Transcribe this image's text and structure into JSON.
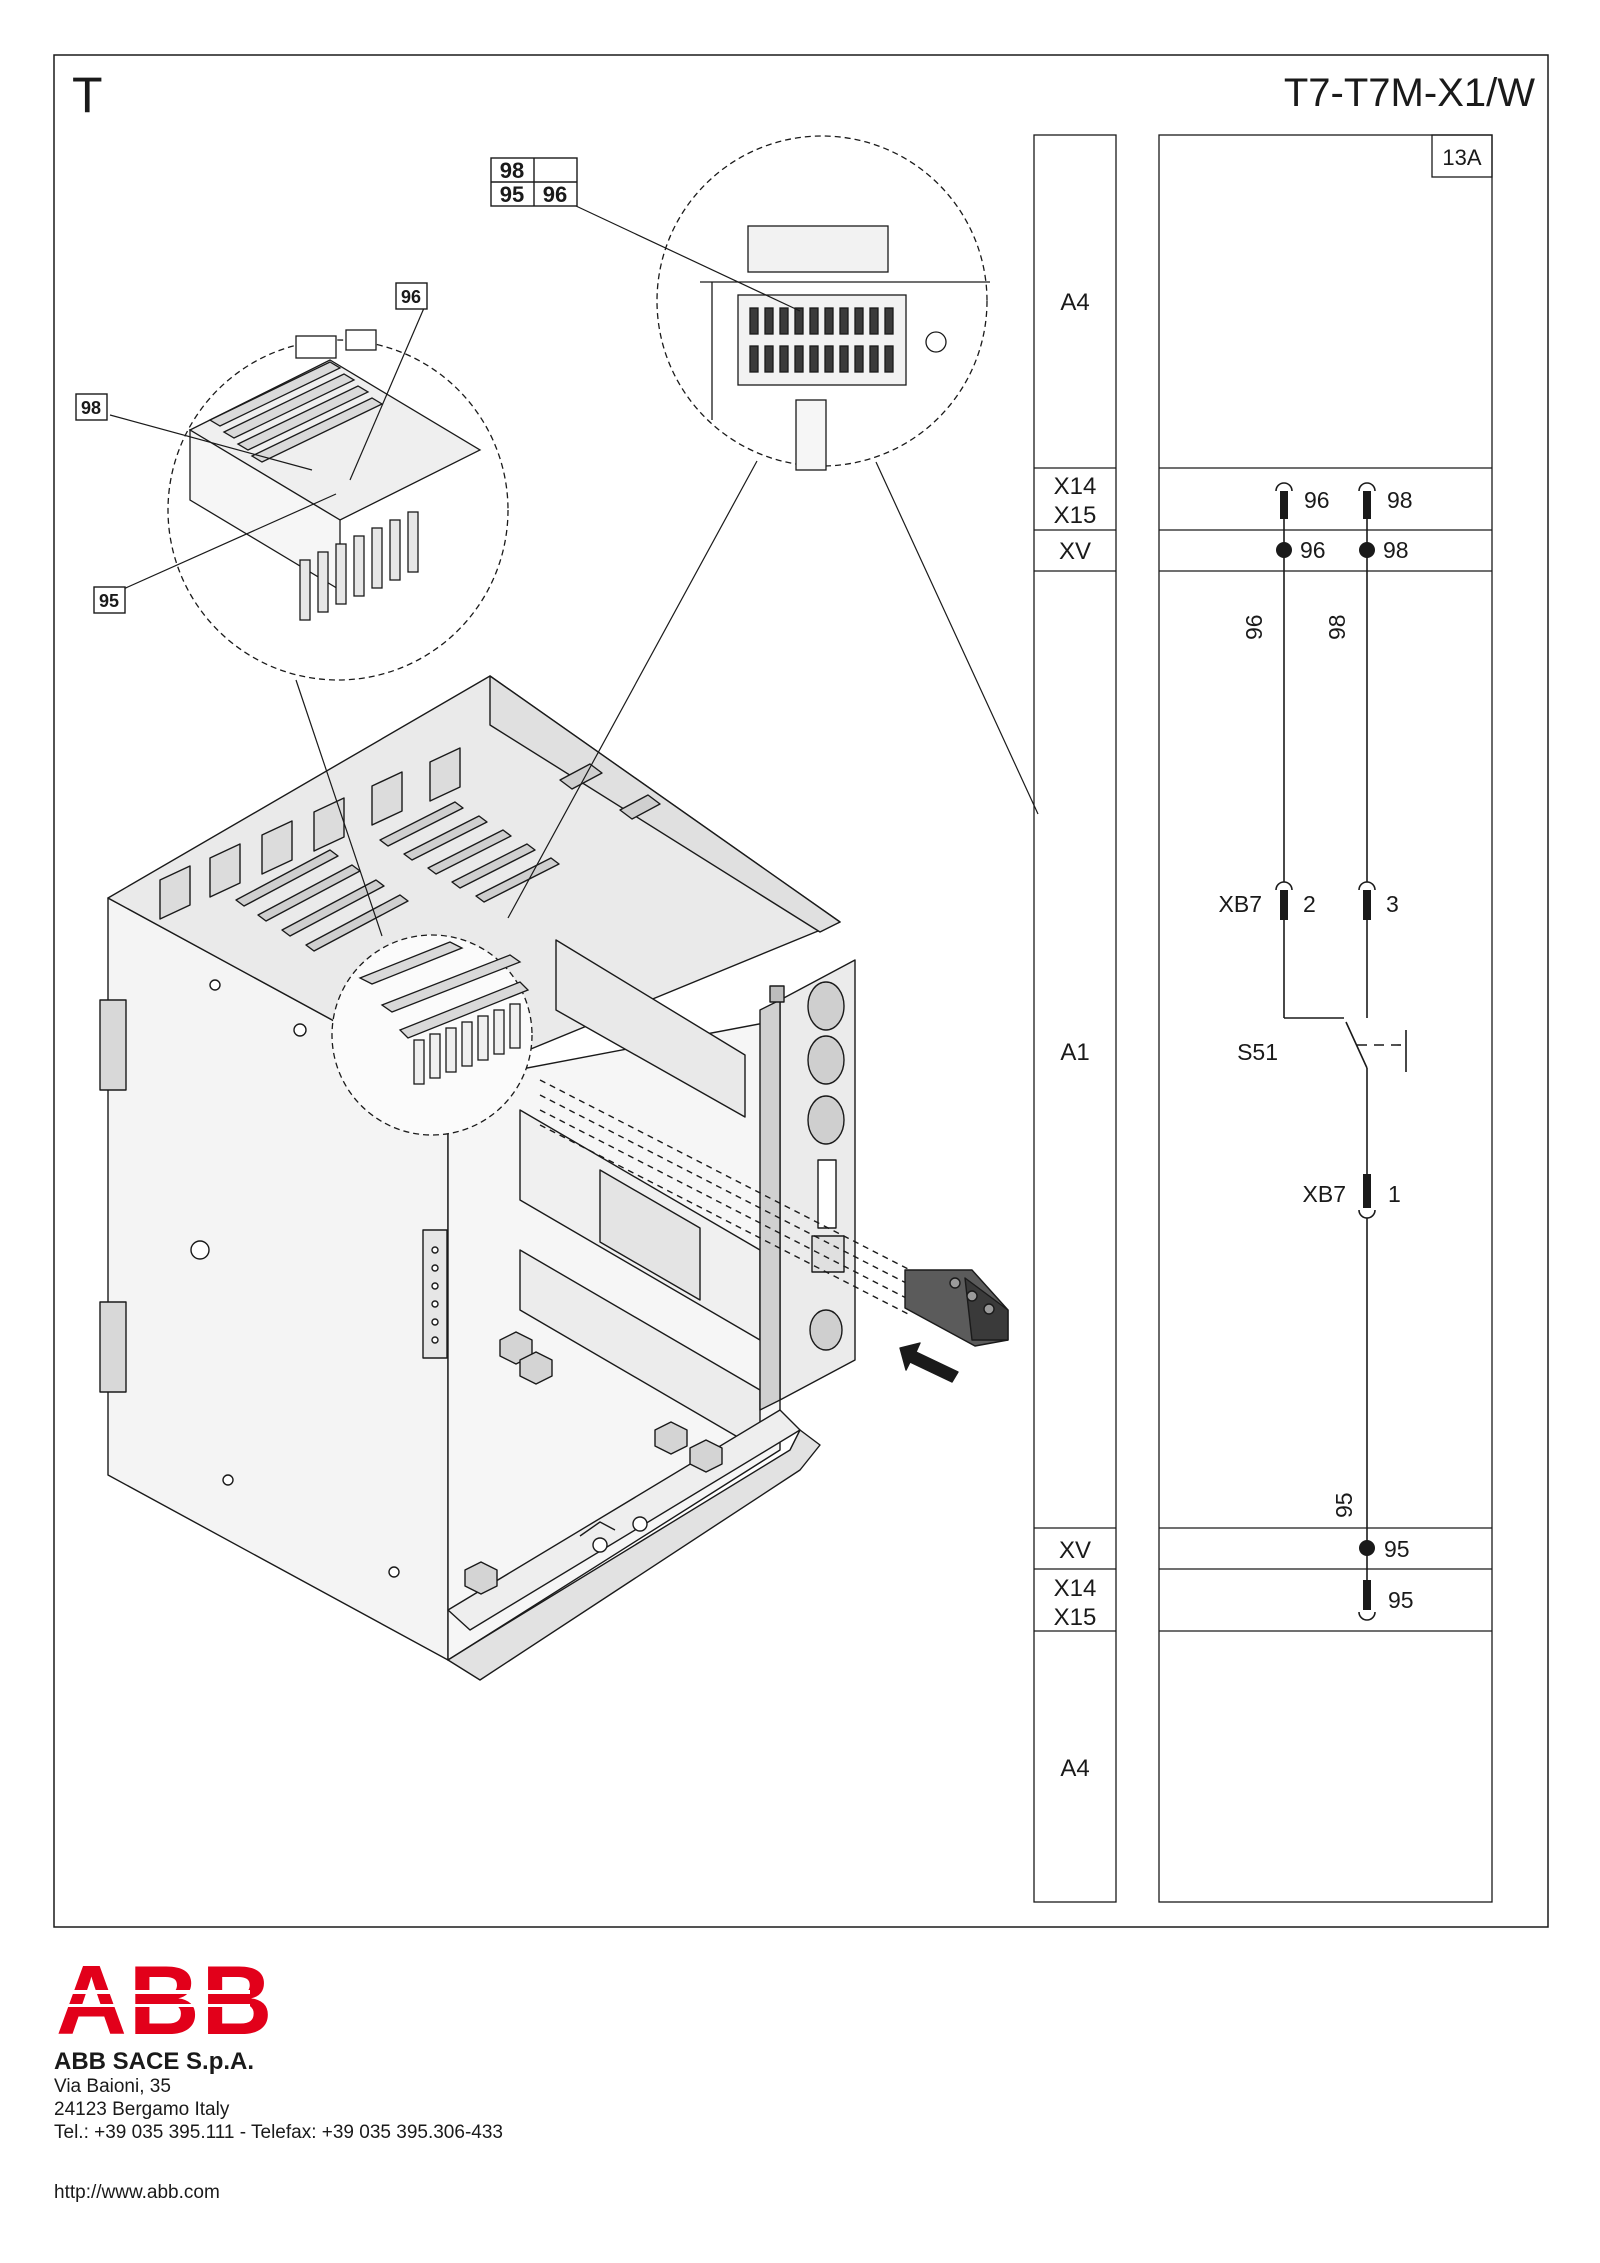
{
  "sheet": {
    "section": "T",
    "code": "T7-T7M-X1/W",
    "diagram_ref": "13A"
  },
  "zone_labels": {
    "a4_top": "A4",
    "x14_top": "X14",
    "x15_top": "X15",
    "xv_top": "XV",
    "a1": "A1",
    "xv_bottom": "XV",
    "x14_bottom": "X14",
    "x15_bottom": "X15",
    "a4_bottom": "A4"
  },
  "schematic": {
    "conn_96_top": "96",
    "conn_98_top": "98",
    "xv_96": "96",
    "xv_98": "98",
    "wire_96": "96",
    "wire_98": "98",
    "xb7_label": "XB7",
    "xb7_pin2": "2",
    "xb7_pin3": "3",
    "switch": "S51",
    "xb7_label_low": "XB7",
    "xb7_pin1": "1",
    "wire_95": "95",
    "xv_95": "95",
    "conn_95_bottom": "95"
  },
  "callouts": {
    "box_98": "98",
    "box_95": "95",
    "box_96": "96",
    "table_98": "98",
    "table_95": "95",
    "table_96": "96"
  },
  "footer": {
    "logo": "ABB",
    "company": "ABB SACE S.p.A.",
    "address_line1": "Via Baioni, 35",
    "address_line2": "24123 Bergamo Italy",
    "phone": "Tel.: +39 035 395.111 - Telefax: +39 035 395.306-433",
    "website": "http://www.abb.com"
  },
  "colors": {
    "logo_red": "#e2001a",
    "line": "#1a1a1a",
    "part_fill": "#f2f2f2",
    "shade": "#bdbdbd"
  }
}
